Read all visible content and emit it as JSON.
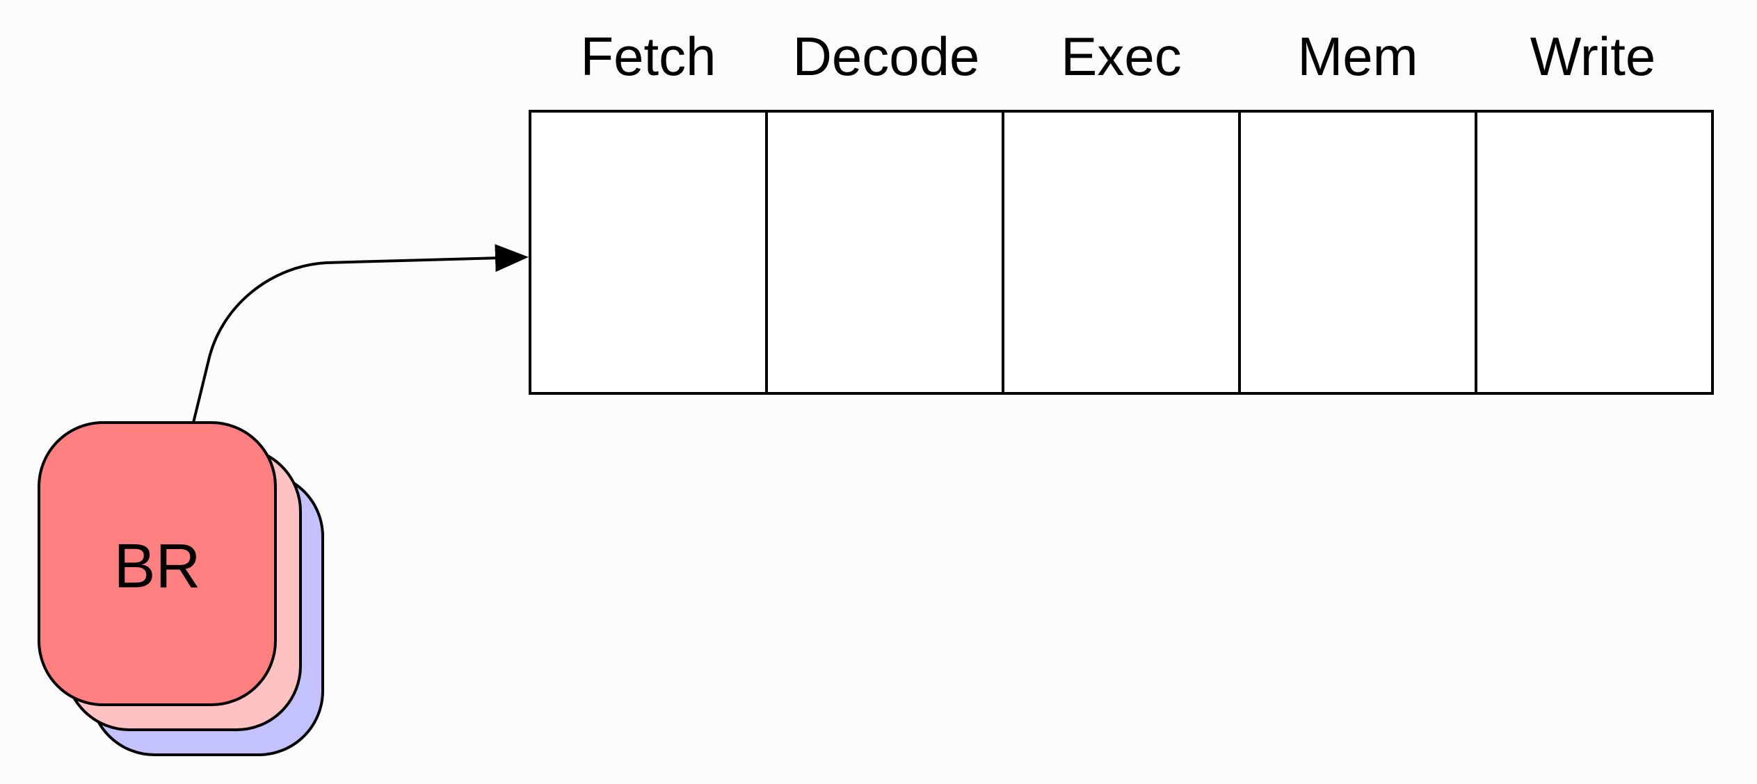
{
  "pipeline": {
    "stages": [
      {
        "label": "Fetch"
      },
      {
        "label": "Decode"
      },
      {
        "label": "Exec"
      },
      {
        "label": "Mem"
      },
      {
        "label": "Write"
      }
    ]
  },
  "instruction_stack": {
    "top_label": "BR",
    "card_colors": [
      "#c3c2fc",
      "#ffc2c2",
      "#ff8080"
    ]
  },
  "colors": {
    "background": "#fcfcfc",
    "stroke": "#000000",
    "stage_fill": "#ffffff"
  }
}
